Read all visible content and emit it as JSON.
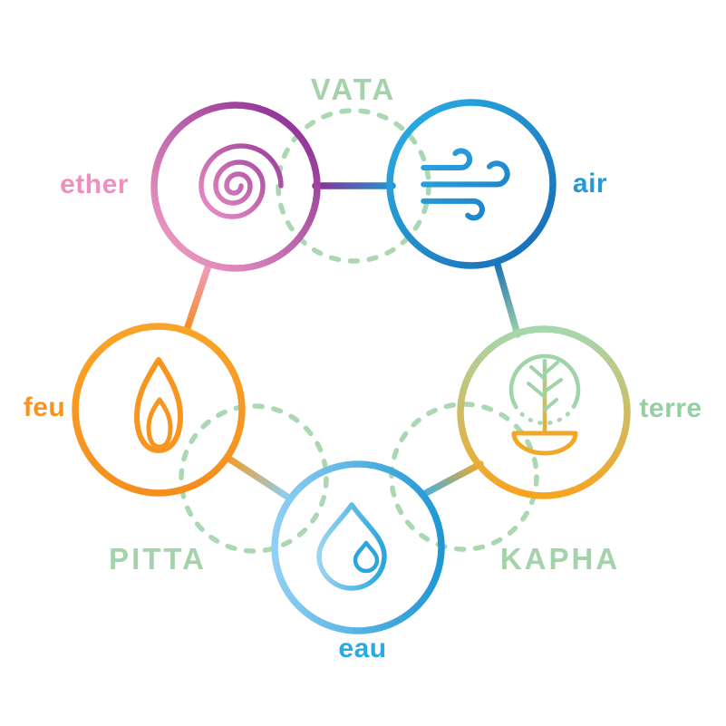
{
  "diagram": {
    "title_hidden": "",
    "doshas": [
      {
        "id": "vata",
        "label": "VATA"
      },
      {
        "id": "pitta",
        "label": "PITTA"
      },
      {
        "id": "kapha",
        "label": "KAPHA"
      }
    ],
    "elements": [
      {
        "id": "ether",
        "label": "ether",
        "icon": "spiral-icon",
        "color": "#ef8fc0"
      },
      {
        "id": "air",
        "label": "air",
        "icon": "wind-icon",
        "color": "#2499d6"
      },
      {
        "id": "terre",
        "label": "terre",
        "icon": "tree-icon",
        "color": "#93cfa2"
      },
      {
        "id": "feu",
        "label": "feu",
        "icon": "flame-icon",
        "color": "#f7941e"
      },
      {
        "id": "eau",
        "label": "eau",
        "icon": "waterdrop-icon",
        "color": "#29abe2"
      }
    ],
    "palette": {
      "dosha_green": "#a3d2ab",
      "dashed_circle_green": "#abd7b2",
      "purple": "#8b2f96",
      "pink": "#f09cc2",
      "blue_dark": "#1a70b8",
      "blue": "#2196d5",
      "light_blue": "#8ecff2",
      "orange": "#f7941e",
      "yellow_orange": "#f0a828",
      "background": "#ffffff"
    }
  }
}
